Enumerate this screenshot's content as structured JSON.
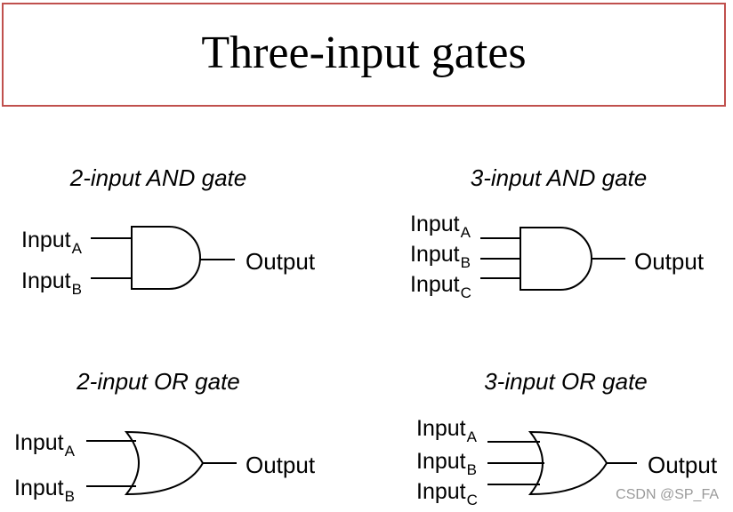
{
  "title": "Three-input gates",
  "gates": [
    {
      "caption": "2-input AND gate",
      "inputs": [
        "A",
        "B"
      ],
      "output": "Output"
    },
    {
      "caption": "3-input AND gate",
      "inputs": [
        "A",
        "B",
        "C"
      ],
      "output": "Output"
    },
    {
      "caption": "2-input OR gate",
      "inputs": [
        "A",
        "B"
      ],
      "output": "Output"
    },
    {
      "caption": "3-input OR gate",
      "inputs": [
        "A",
        "B",
        "C"
      ],
      "output": "Output"
    }
  ],
  "input_word": "Input",
  "watermark": "CSDN @SP_FA"
}
